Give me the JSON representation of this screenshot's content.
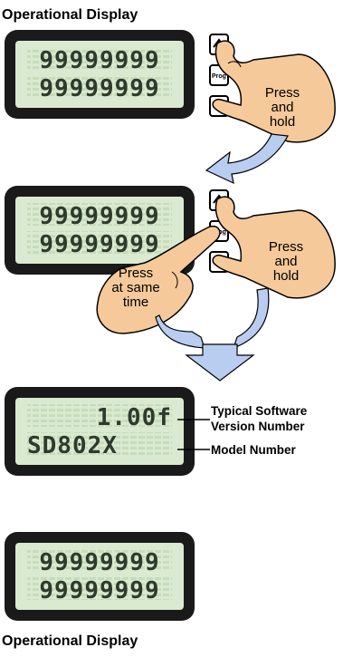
{
  "title_top": "Operational Display",
  "title_bottom": "Operational Display",
  "steps": [
    {
      "line1": "99999999",
      "line2": "99999999",
      "hand_text": [
        "Press",
        "and",
        "hold"
      ]
    },
    {
      "line1": "99999999",
      "line2": "99999999",
      "hand_text": [
        "Press",
        "and",
        "hold"
      ],
      "second_hand_text": [
        "Press",
        "at same",
        "time"
      ]
    },
    {
      "line1": "1.00f",
      "line2": "SD802X"
    },
    {
      "line1": "99999999",
      "line2": "99999999"
    }
  ],
  "buttons": {
    "prog_label": "Prog"
  },
  "annotations": {
    "version_line1": "Typical Software",
    "version_line2": "Version Number",
    "model": "Model Number"
  },
  "colors": {
    "lcd_bg": "#d9ead0",
    "lcd_frame": "#1a1a1a",
    "hand": "#f5c99a",
    "arrow": "#b9cdf0"
  }
}
